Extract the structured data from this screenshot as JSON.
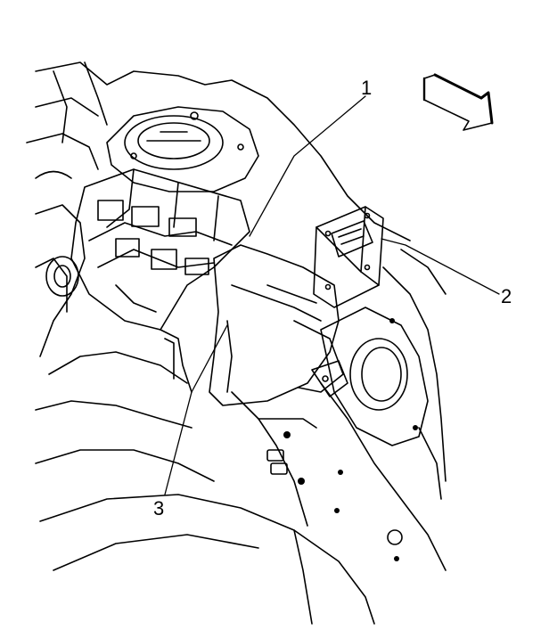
{
  "callouts": [
    {
      "id": "1",
      "label": "1"
    },
    {
      "id": "2",
      "label": "2"
    },
    {
      "id": "3",
      "label": "3"
    }
  ],
  "icons": {
    "direction_arrow": "direction-arrow-icon"
  },
  "colors": {
    "line": "#000000",
    "background": "#ffffff"
  }
}
